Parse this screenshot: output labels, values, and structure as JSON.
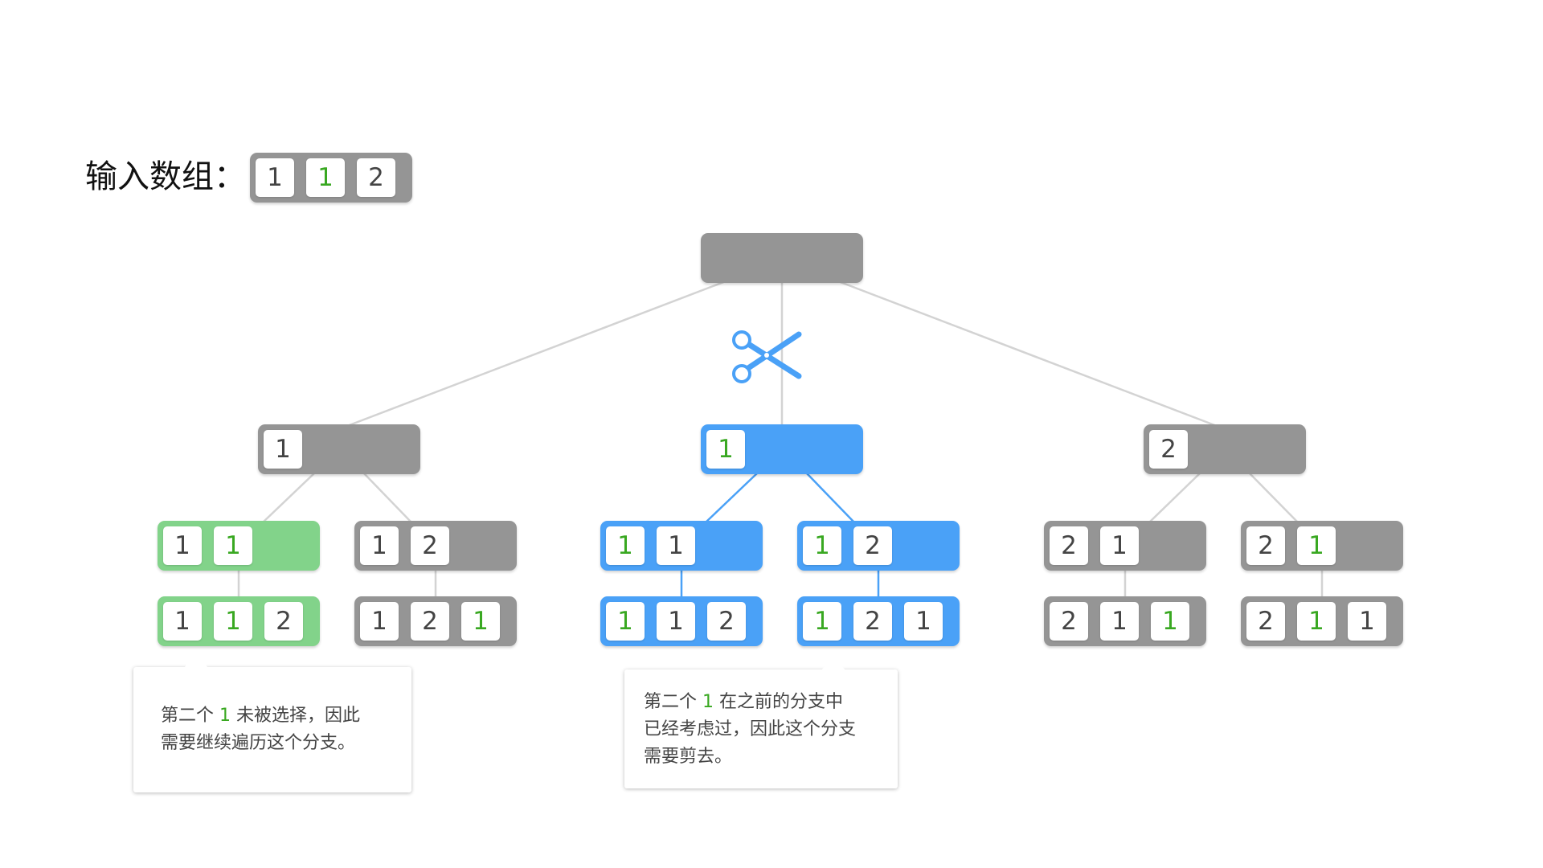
{
  "title": "输入数组：",
  "input_array": [
    "1",
    "1",
    "2"
  ],
  "colors": {
    "gray": "#959595",
    "green": "#82d38a",
    "blue": "#4aa1f7",
    "highlight_text": "#39a821",
    "edge": "#d3d3d3",
    "active_edge": "#4aa1f7"
  },
  "tree": {
    "root": {
      "values": [],
      "style": "gray"
    },
    "level1": [
      {
        "values": [
          "1"
        ],
        "highlight": [],
        "style": "gray"
      },
      {
        "values": [
          "1"
        ],
        "highlight": [
          0
        ],
        "style": "blue",
        "pruned": true
      },
      {
        "values": [
          "2"
        ],
        "highlight": [],
        "style": "gray"
      }
    ],
    "level2": [
      {
        "values": [
          "1",
          "1"
        ],
        "highlight": [
          1
        ],
        "style": "green"
      },
      {
        "values": [
          "1",
          "2"
        ],
        "highlight": [],
        "style": "gray"
      },
      {
        "values": [
          "1",
          "1"
        ],
        "highlight": [
          0
        ],
        "style": "blue"
      },
      {
        "values": [
          "1",
          "2"
        ],
        "highlight": [
          0
        ],
        "style": "blue"
      },
      {
        "values": [
          "2",
          "1"
        ],
        "highlight": [],
        "style": "gray"
      },
      {
        "values": [
          "2",
          "1"
        ],
        "highlight": [
          1
        ],
        "style": "gray"
      }
    ],
    "level3": [
      {
        "values": [
          "1",
          "1",
          "2"
        ],
        "highlight": [
          1
        ],
        "style": "green"
      },
      {
        "values": [
          "1",
          "2",
          "1"
        ],
        "highlight": [
          2
        ],
        "style": "gray"
      },
      {
        "values": [
          "1",
          "1",
          "2"
        ],
        "highlight": [
          0
        ],
        "style": "blue"
      },
      {
        "values": [
          "1",
          "2",
          "1"
        ],
        "highlight": [
          0
        ],
        "style": "blue"
      },
      {
        "values": [
          "2",
          "1",
          "1"
        ],
        "highlight": [
          2
        ],
        "style": "gray"
      },
      {
        "values": [
          "2",
          "1",
          "1"
        ],
        "highlight": [
          1
        ],
        "style": "gray"
      }
    ]
  },
  "callouts": {
    "left": {
      "line1_pre": "第二个 ",
      "line1_hl": "1",
      "line1_post": " 未被选择，因此",
      "line2": "需要继续遍历这个分支。"
    },
    "right": {
      "line1_pre": "第二个 ",
      "line1_hl": "1",
      "line1_post": " 在之前的分支中",
      "line2": "已经考虑过，因此这个分支",
      "line3": "需要剪去。"
    }
  },
  "icons": {
    "prune": "scissors-icon"
  }
}
